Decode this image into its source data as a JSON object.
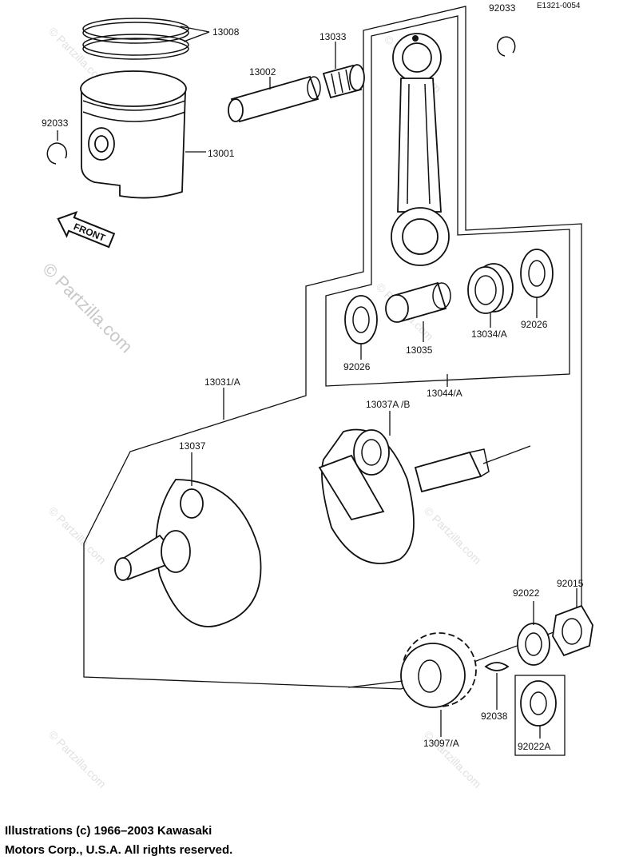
{
  "diagram": {
    "ref_code": "E1321-0054",
    "front_label": "FRONT",
    "parts": [
      {
        "id": "piston-rings",
        "label": "13008"
      },
      {
        "id": "small-end-bearing",
        "label": "13033"
      },
      {
        "id": "circlip-top-right",
        "label": "92033"
      },
      {
        "id": "piston-pin",
        "label": "13002"
      },
      {
        "id": "circlip-left",
        "label": "92033"
      },
      {
        "id": "piston",
        "label": "13001"
      },
      {
        "id": "big-end-bearing",
        "label": "13034/A"
      },
      {
        "id": "washer-right",
        "label": "92026"
      },
      {
        "id": "crank-pin",
        "label": "13035"
      },
      {
        "id": "washer-left",
        "label": "92026"
      },
      {
        "id": "connecting-rod-assy",
        "label": "13044/A"
      },
      {
        "id": "crankshaft-assy",
        "label": "13031/A"
      },
      {
        "id": "crankshaft-left",
        "label": "13037"
      },
      {
        "id": "crankshaft-right",
        "label": "13037A /B"
      },
      {
        "id": "washer-92022",
        "label": "92022"
      },
      {
        "id": "nut",
        "label": "92015"
      },
      {
        "id": "woodruff-key",
        "label": "92038"
      },
      {
        "id": "gear",
        "label": "13097/A"
      },
      {
        "id": "lock-washer",
        "label": "92022A"
      }
    ]
  },
  "watermark": {
    "text": "© Partzilla.com"
  },
  "copyright": {
    "line1": "Illustrations (c) 1966–2003 Kawasaki",
    "line2": "Motors Corp., U.S.A.  All rights reserved."
  }
}
